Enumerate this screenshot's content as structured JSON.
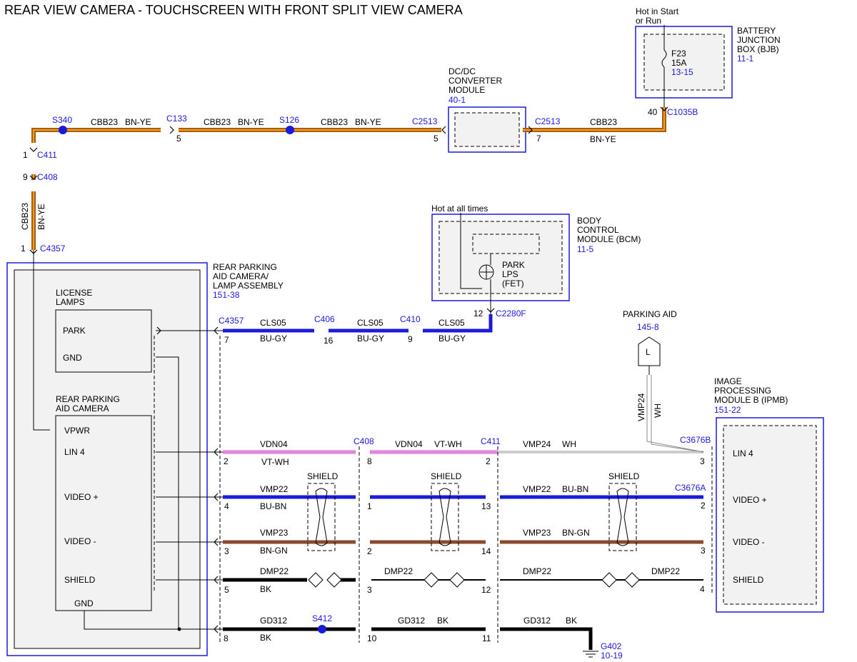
{
  "title": "REAR VIEW CAMERA - TOUCHSCREEN WITH FRONT SPLIT VIEW CAMERA",
  "colors": {
    "bn_ye": "#a65a1e",
    "bn_ye_stripe": "#f0a500",
    "bu_gy": "#1a1adb",
    "vt_wh": "#e8a0e8",
    "bu_bn": "#1a1adb",
    "bn_gn": "#8a4a2e",
    "bk": "#000000",
    "wh": "#aaaaaa",
    "ref_blue": "#1a1adb"
  },
  "modules": {
    "bjb": {
      "hot": [
        "Hot in Start",
        "or Run"
      ],
      "name": [
        "BATTERY",
        "JUNCTION",
        "BOX (BJB)"
      ],
      "ref": "11-1",
      "fuse": "F23",
      "amps": "15A",
      "fuse_ref": "13-15"
    },
    "dcdc": {
      "name": [
        "DC/DC",
        "CONVERTER",
        "MODULE"
      ],
      "ref": "40-1"
    },
    "bcm": {
      "hot": "Hot at all times",
      "name": [
        "BODY",
        "CONTROL",
        "MODULE (BCM)"
      ],
      "ref": "11-5",
      "lps": [
        "PARK",
        "LPS",
        "(FET)"
      ]
    },
    "camera_assy": {
      "name": [
        "REAR PARKING",
        "AID CAMERA/",
        "LAMP ASSEMBLY"
      ],
      "ref": "151-38"
    },
    "license": {
      "name": [
        "LICENSE",
        "LAMPS"
      ],
      "pins": [
        "PARK",
        "GND"
      ]
    },
    "camera": {
      "name": [
        "REAR PARKING",
        "AID CAMERA"
      ],
      "pins": [
        "VPWR",
        "LIN 4",
        "VIDEO +",
        "VIDEO -",
        "SHIELD",
        "GND"
      ]
    },
    "ipmb": {
      "name": [
        "IMAGE",
        "PROCESSING",
        "MODULE B (IPMB)"
      ],
      "ref": "151-22",
      "pins": [
        "LIN 4",
        "VIDEO +",
        "VIDEO -",
        "SHIELD"
      ]
    },
    "parking_aid": {
      "name": "PARKING AID",
      "ref": "145-8",
      "letter": "L"
    }
  },
  "splices": [
    "S340",
    "S126",
    "S412"
  ],
  "connectors": [
    "C133",
    "C2513",
    "C2513",
    "C1035B",
    "C411",
    "C408",
    "C4357",
    "C4357",
    "C406",
    "C410",
    "C2280F",
    "C408",
    "C411",
    "C3676B",
    "C3676A"
  ],
  "pins": [
    "5",
    "5",
    "7",
    "40",
    "1",
    "9",
    "1",
    "7",
    "16",
    "9",
    "12",
    "2",
    "8",
    "2",
    "3",
    "4",
    "1",
    "13",
    "2",
    "3",
    "2",
    "14",
    "3",
    "5",
    "3",
    "12",
    "4",
    "8",
    "10",
    "11"
  ],
  "circuits": {
    "cbb23": "CBB23",
    "bn_ye": "BN-YE",
    "cls05": "CLS05",
    "bu_gy": "BU-GY",
    "vdn04": "VDN04",
    "vt_wh": "VT-WH",
    "vmp24": "VMP24",
    "wh": "WH",
    "vmp22": "VMP22",
    "bu_bn": "BU-BN",
    "vmp23": "VMP23",
    "bn_gn": "BN-GN",
    "dmp22": "DMP22",
    "bk": "BK",
    "gd312": "GD312",
    "shield": "SHIELD"
  },
  "ground": {
    "id": "G402",
    "ref": "10-19"
  }
}
